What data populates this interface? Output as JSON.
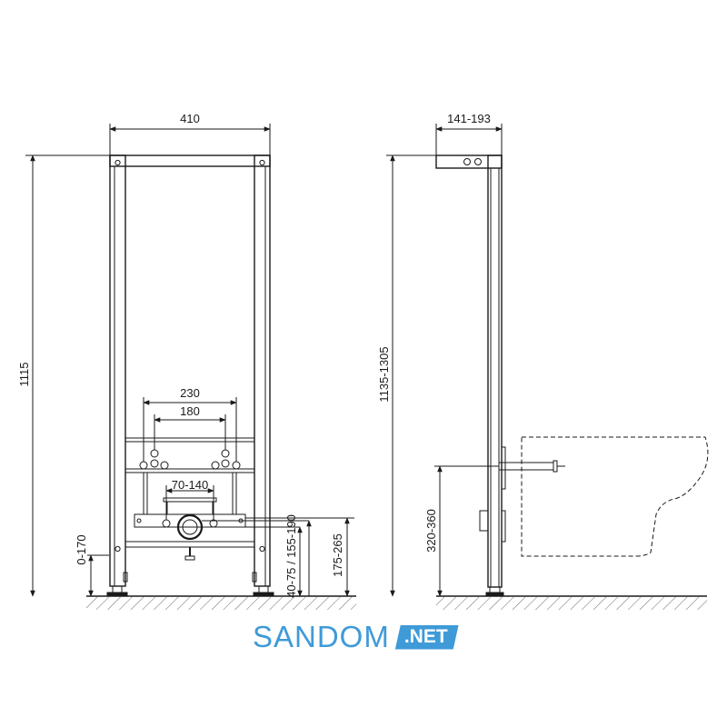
{
  "front_view": {
    "width_label": "410",
    "height_label": "1115",
    "outer_supply_label": "230",
    "inner_supply_label": "180",
    "drain_spacing_label": "70-140",
    "foot_adjust_label": "0-170",
    "drain_height_label": "40-75 / 155-190",
    "supply_height_label": "175-265"
  },
  "side_view": {
    "depth_label": "141-193",
    "height_label": "1135-1305",
    "connection_height_label": "320-360"
  },
  "brand": {
    "name": "SANDOM",
    "badge": ".NET"
  },
  "colors": {
    "line": "#1a1a1a",
    "brand_blue": "#3f9ad8"
  }
}
